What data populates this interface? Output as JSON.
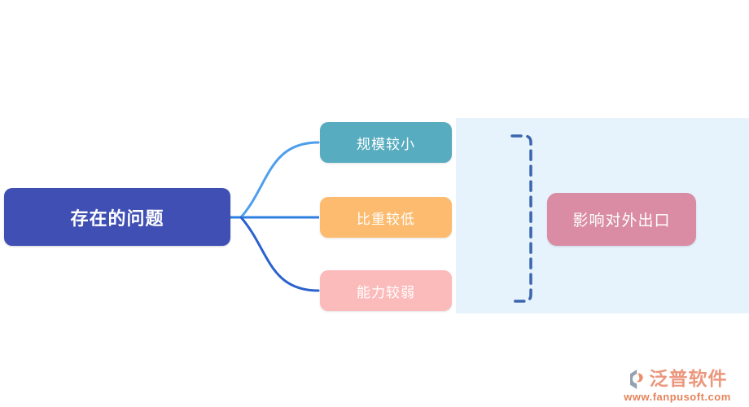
{
  "mindmap": {
    "root": {
      "label": "存在的问题",
      "color": "#3f4fb4",
      "text_color": "#ffffff"
    },
    "branches": [
      {
        "label": "规模较小",
        "color": "#58acc0"
      },
      {
        "label": "比重较低",
        "color": "#fcbb6e"
      },
      {
        "label": "能力较弱",
        "color": "#fcbbbb"
      }
    ],
    "result": {
      "label": "影响对外出口",
      "color": "#d98ca4"
    },
    "panel_color": "#e6f2fc",
    "bracket_color": "#3a66ae",
    "connector_colors": {
      "top": "#4e9eee",
      "middle": "#2e7fe2",
      "bottom": "#2b62ce"
    }
  },
  "watermark": {
    "brand": "泛普软件",
    "url": "www.fanpusoft.com",
    "brand_color": "#e98c70",
    "url_color": "#e4764a"
  }
}
